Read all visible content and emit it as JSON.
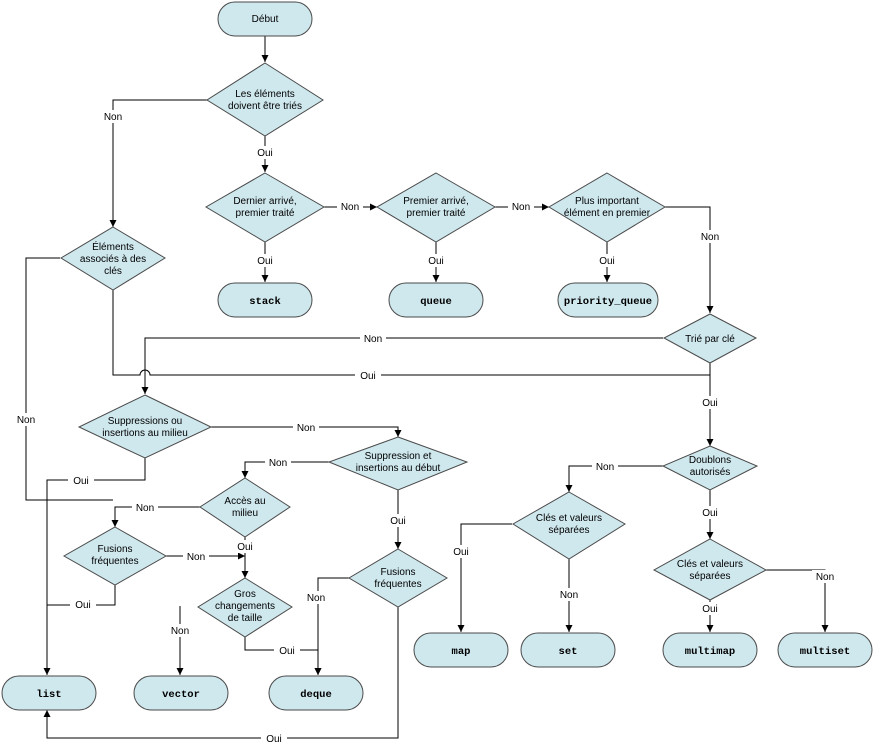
{
  "nodes": {
    "debut": "Début",
    "trier": [
      "Les éléments",
      "doivent être triés"
    ],
    "dernier": [
      "Dernier arrivé,",
      "premier traité"
    ],
    "premier": [
      "Premier arrivé,",
      "premier traité"
    ],
    "plus_important": [
      "Plus important",
      "élément en premier"
    ],
    "associes": [
      "Éléments",
      "associés à des",
      "clés"
    ],
    "stack": "stack",
    "queue": "queue",
    "priority_queue": "priority_queue",
    "trie_cle": "Trié par clé",
    "suppressions_milieu": [
      "Suppressions ou",
      "insertions au milieu"
    ],
    "suppression_debut": [
      "Suppression et",
      "insertions au début"
    ],
    "acces_milieu": [
      "Accès au",
      "milieu"
    ],
    "fusions_freq_left": [
      "Fusions",
      "fréquentes"
    ],
    "gros_changements": [
      "Gros",
      "changements",
      "de taille"
    ],
    "fusions_freq_right": [
      "Fusions",
      "fréquentes"
    ],
    "doublons": [
      "Doublons",
      "autorisés"
    ],
    "cles_valeurs_1": [
      "Clés et valeurs",
      "séparées"
    ],
    "cles_valeurs_2": [
      "Clés et valeurs",
      "séparées"
    ],
    "list": "list",
    "vector": "vector",
    "deque": "deque",
    "map": "map",
    "set": "set",
    "multimap": "multimap",
    "multiset": "multiset"
  },
  "edge_labels": {
    "oui": "Oui",
    "non": "Non"
  }
}
